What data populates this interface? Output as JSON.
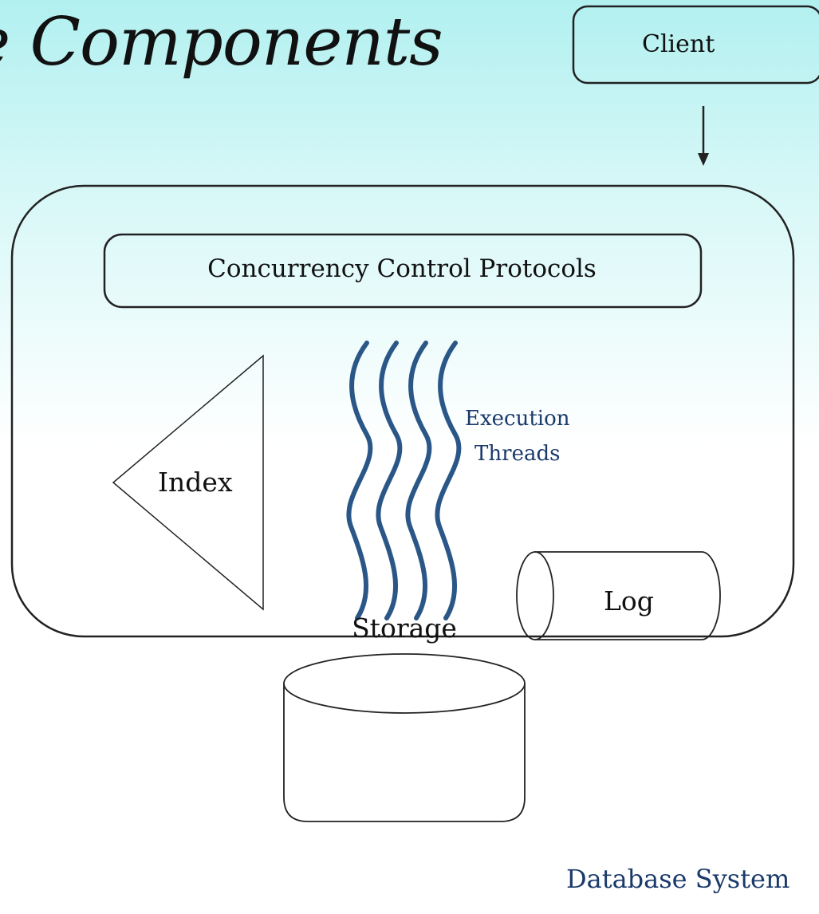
{
  "title": "e Components",
  "diagram": {
    "client": "Client",
    "concurrency_control": "Concurrency Control Protocols",
    "index": "Index",
    "execution_threads_line1": "Execution",
    "execution_threads_line2": "Threads",
    "log": "Log",
    "storage": "Storage",
    "database_system": "Database System"
  },
  "colors": {
    "background_top": "#b2f0f0",
    "stroke": "#222222",
    "thread_blue": "#2a5787",
    "label_blue": "#1a3a6b"
  }
}
